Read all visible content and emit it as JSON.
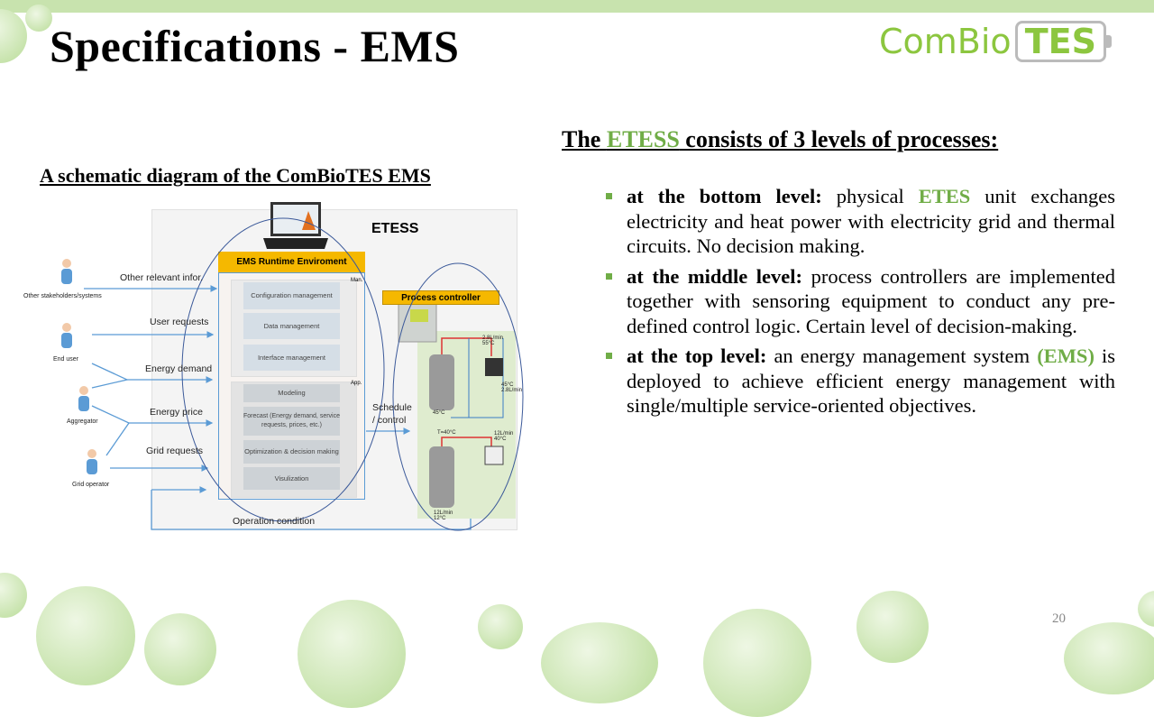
{
  "title": "Specifications - EMS",
  "logo": {
    "part1": "ComBio",
    "part2": "TES"
  },
  "diagram": {
    "caption": "A schematic diagram of the ComBioTES EMS",
    "etess_label": "ETESS",
    "ems_header": "EMS Runtime Enviroment",
    "man_tag": "Man.",
    "app_tag": "App.",
    "man_items": [
      "Configuration management",
      "Data management",
      "Interface management"
    ],
    "app_items": [
      "Modeling",
      "Forecast (Energy demand, service requests, prices, etc.)",
      "Optimization & decision making",
      "Visulization"
    ],
    "process_controller": "Process controller",
    "actors": [
      "Other stakeholders/systems",
      "End user",
      "Aggregator",
      "Grid operator"
    ],
    "flows": [
      "Other relevant infor.",
      "User  requests",
      "Energy  demand",
      "Energy price",
      "Grid  requests"
    ],
    "schedule": "Schedule / control",
    "operation": "Operation condition",
    "temps": [
      "2.8L/min 55°C",
      "45°C 2.8L/min",
      "45°C",
      "T=40°C",
      "12L/min 40°C",
      "12L/min 12°C"
    ]
  },
  "heading": {
    "pre": "The ",
    "accent": "ETESS",
    "post": " consists of 3 levels of processes:"
  },
  "bullets": [
    {
      "bold": "at the bottom level:",
      "t1": " physical ",
      "accent": "ETES",
      "t2": " unit exchanges electricity and heat power with electricity grid and thermal circuits. No decision making."
    },
    {
      "bold": "at the middle level:",
      "t1": " process controllers are implemented together with sensoring equipment to conduct any pre-defined control logic. Certain level of decision-making.",
      "accent": "",
      "t2": ""
    },
    {
      "bold": "at the top level:",
      "t1": " an energy management system ",
      "accent": "(EMS)",
      "t2": " is deployed to achieve efficient energy management with single/multiple service-oriented objectives."
    }
  ],
  "page_number": "20",
  "colors": {
    "accent": "#70ad47",
    "orange": "#f5b800",
    "arrow": "#5b9bd5"
  }
}
